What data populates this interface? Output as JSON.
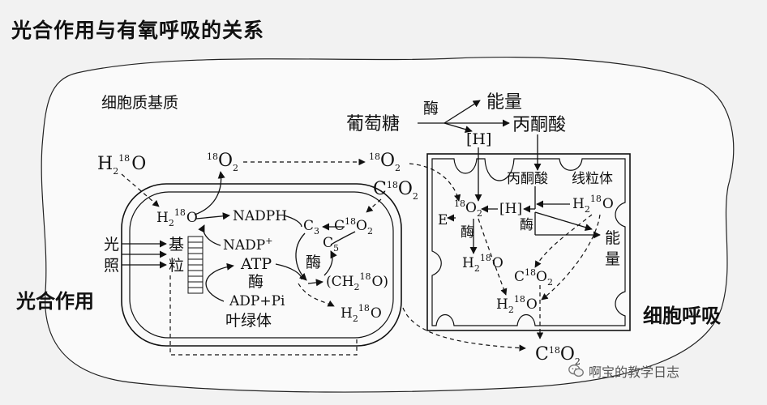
{
  "title": "光合作用与有氧呼吸的关系",
  "labels": {
    "cytoplasm_matrix": "细胞质基质",
    "photosynthesis": "光合作用",
    "respiration": "细胞呼吸",
    "chloroplast": "叶绿体",
    "mitochondria": "线粒体",
    "light_1": "光",
    "light_2": "照",
    "grana_1": "基",
    "grana_2": "粒",
    "glucose": "葡萄糖",
    "enzyme": "酶",
    "energy": "能量",
    "energy_1": "能",
    "energy_2": "量",
    "pyruvate": "丙酮酸",
    "H_bracket": "[H]",
    "NADPH": "NADPH",
    "NADP": "NADP",
    "NADP_plus": "+",
    "ATP": "ATP",
    "ADP_Pi": "ADP+Pi",
    "C3": "C",
    "C3_sub": "3",
    "C5": "C",
    "C5_sub": "5",
    "E": "E",
    "iso_18": "18",
    "sub_2": "2",
    "H": "H",
    "O": "O",
    "C": "C",
    "CH2O_open": "(CH",
    "CH2O_close": "O)"
  },
  "watermark": "啊宝的教学日志"
}
